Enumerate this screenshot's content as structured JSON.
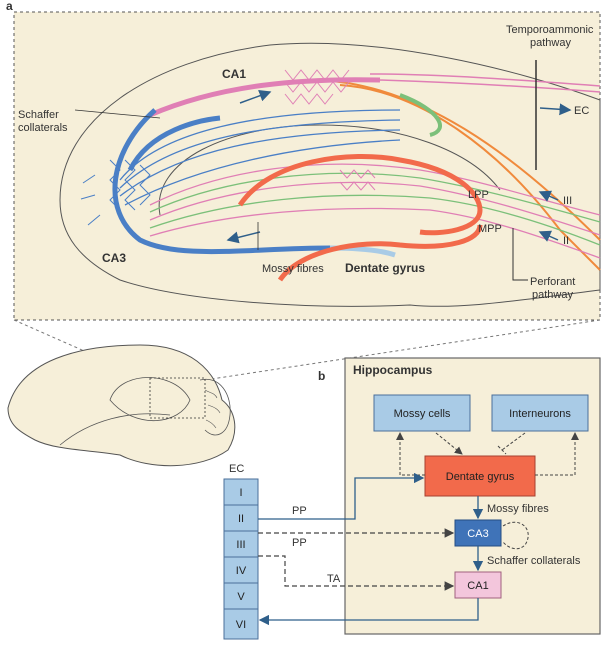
{
  "panel_a": {
    "letter": "a",
    "labels": {
      "ca1": "CA1",
      "ca3": "CA3",
      "schaffer_line1": "Schaffer",
      "schaffer_line2": "collaterals",
      "temporo_line1": "Temporoammonic",
      "temporo_line2": "pathway",
      "ec": "EC",
      "lpp": "LPP",
      "mpp": "MPP",
      "iii": "III",
      "ii": "II",
      "mossy": "Mossy fibres",
      "dentate": "Dentate gyrus",
      "perforant_line1": "Perforant",
      "perforant_line2": "pathway"
    }
  },
  "panel_b": {
    "letter": "b",
    "title": "Hippocampus",
    "boxes": {
      "mossy_cells": "Mossy cells",
      "interneurons": "Interneurons",
      "dentate": "Dentate gyrus",
      "ca3": "CA3",
      "ca1": "CA1"
    },
    "edges": {
      "mossy_fibres": "Mossy fibres",
      "schaffer": "Schaffer collaterals",
      "pp1": "PP",
      "pp2": "PP",
      "ta": "TA"
    },
    "ec": {
      "title": "EC",
      "layers": [
        "I",
        "II",
        "III",
        "IV",
        "V",
        "VI"
      ]
    }
  },
  "colors": {
    "panel_bg": "#f6efd9",
    "blue_box": "#a9cbe6",
    "red_box": "#f26a4b",
    "ca3_box": "#3f73b8",
    "ca1_box": "#f3c6dc",
    "pink_path": "#e07fb5",
    "blue_path": "#4a7fc6",
    "orange_path": "#f08a3c",
    "green_path": "#7cc07a"
  }
}
